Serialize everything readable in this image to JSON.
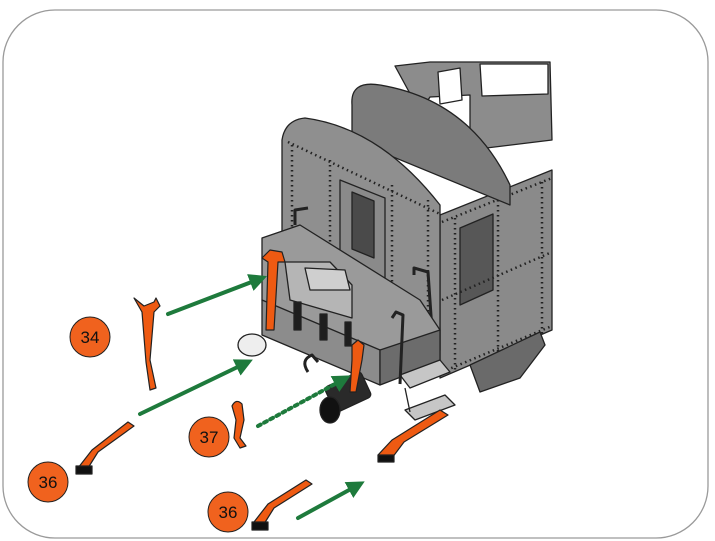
{
  "colors": {
    "part_orange": "#ee5a12",
    "badge_fill": "#f0621e",
    "arrow_green": "#1e7a3c",
    "body_grey": "#8f8f8f",
    "dark_grey": "#5e5e5e",
    "frame_stroke": "#9a9a9a"
  },
  "callouts": {
    "part_34": "34",
    "part_37": "37",
    "part_36_left": "36",
    "part_36_bottom": "36"
  }
}
